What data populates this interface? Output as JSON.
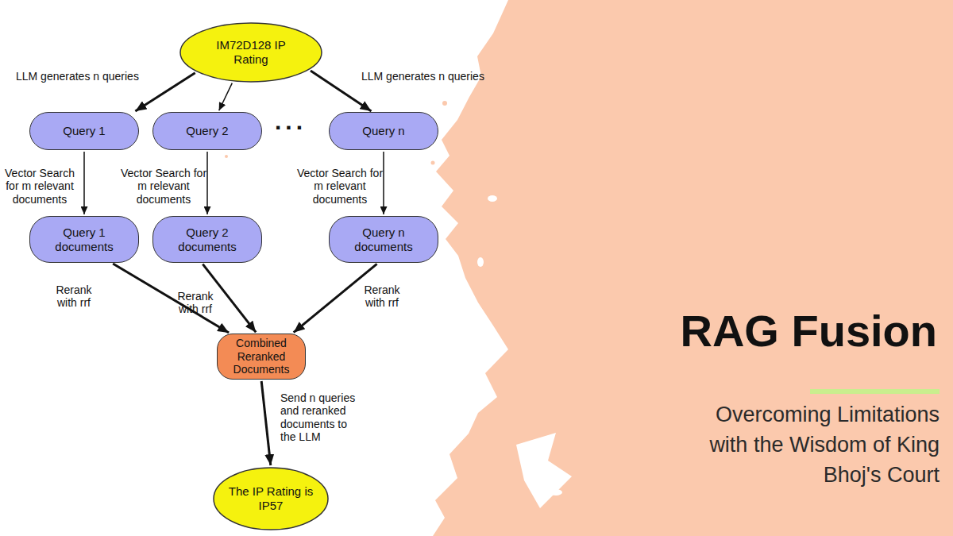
{
  "diagram": {
    "title": "RAG Fusion",
    "caption": "Overcoming Limitations with the Wisdom of King Bhoj's Court",
    "nodes": [
      {
        "text": [
          "IM72D128 IP Rating"
        ]
      },
      {
        "text": [
          "Query 1"
        ]
      },
      {
        "text": [
          "Query 2"
        ]
      },
      {
        "text": [
          "Query n"
        ]
      },
      {
        "text": [
          "Query 1 documents"
        ]
      },
      {
        "text": [
          "Query 2 documents"
        ]
      },
      {
        "text": [
          "Query n documents"
        ]
      },
      {
        "text": [
          "Combined Reranked Documents"
        ]
      },
      {
        "text": [
          "The IP Rating is IP57"
        ]
      }
    ],
    "edges": [
      {
        "from": 0,
        "to": 1,
        "label": "LLM generates n queries",
        "arrow": "to"
      },
      {
        "from": 0,
        "to": 2,
        "arrow": "to"
      },
      {
        "from": 0,
        "to": 3,
        "label": "LLM generates n queries",
        "arrow": "to"
      },
      {
        "from": 1,
        "to": 4,
        "label": "Vector Search for m relevant documents",
        "arrow": "to"
      },
      {
        "from": 2,
        "to": 5,
        "label": "Vector Search for m relevant documents",
        "arrow": "to"
      },
      {
        "from": 3,
        "to": 6,
        "label": "Vector Search for m relevant documents",
        "arrow": "to"
      },
      {
        "from": 4,
        "to": 7,
        "label": "Rerank with rrf",
        "arrow": "to"
      },
      {
        "from": 5,
        "to": 7,
        "label": "Rerank with rrf",
        "arrow": "to"
      },
      {
        "from": 6,
        "to": 7,
        "label": "Rerank with rrf",
        "arrow": "to"
      },
      {
        "from": 7,
        "to": 8,
        "label": "Send n queries and reranked documents to the LLM",
        "arrow": "to"
      }
    ],
    "labels": [
      "..."
    ]
  }
}
